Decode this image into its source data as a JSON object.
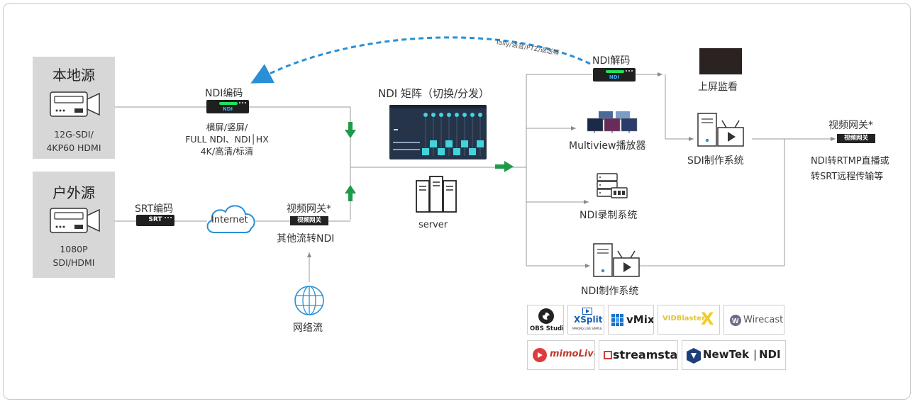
{
  "colors": {
    "accent_green": "#1f9a4a",
    "dashed_blue": "#2a8fd6",
    "line_grey": "#9a9a9a",
    "source_box": "#d7d7d7",
    "matrix_bg": "#26344a",
    "matrix_cell": "#41d4dc"
  },
  "sources": {
    "local": {
      "title": "本地源",
      "spec_line1": "12G-SDI/",
      "spec_line2": "4KP60 HDMI",
      "icon": "camera-icon"
    },
    "outdoor": {
      "title": "户外源",
      "spec_line1": "1080P",
      "spec_line2": "SDI/HDMI",
      "icon": "camera-icon"
    }
  },
  "encoders": {
    "ndi_encoder": {
      "title": "NDI编码",
      "device_label": "NDI",
      "desc_line1": "横屏/竖屏/",
      "desc_line2": "FULL NDI、NDI│HX",
      "desc_line3": "4K/高清/标清"
    },
    "srt_encoder": {
      "title": "SRT编码",
      "device_label": "SRT"
    },
    "gateway_in": {
      "title": "视频网关*",
      "device_label": "视频网关",
      "desc": "其他流转NDI"
    }
  },
  "network": {
    "cloud_label": "Internet",
    "web_stream_label": "网络流"
  },
  "center": {
    "matrix_title": "NDI 矩阵（切换/分发）",
    "server_label": "server"
  },
  "feedback": {
    "label": "Tally/语音/PTZ/返送等"
  },
  "outputs": {
    "ndi_decoder": {
      "title": "NDI解码",
      "device_label": "NDI"
    },
    "screen": {
      "label": "上屏监看"
    },
    "sdi_system": {
      "label": "SDI制作系统"
    },
    "gateway_out": {
      "title": "视频网关*",
      "device_label": "视频网关",
      "desc_line1": "NDI转RTMP直播或",
      "desc_line2": "转SRT远程传输等"
    },
    "multiview": {
      "label": "Multiview播放器"
    },
    "recorder": {
      "label": "NDI录制系统"
    },
    "ndi_production": {
      "label": "NDI制作系统"
    }
  },
  "logos": [
    {
      "name": "OBS Studio"
    },
    {
      "name": "XSplit",
      "tagline": "MAKING LIVE SIMPLE"
    },
    {
      "name": "vMix"
    },
    {
      "name": "VIDBlaster",
      "suffix": "X"
    },
    {
      "name": "Wirecast"
    },
    {
      "name": "mimoLive"
    },
    {
      "name": "streamstar"
    },
    {
      "name": "NewTek",
      "suffix": "NDI"
    }
  ]
}
